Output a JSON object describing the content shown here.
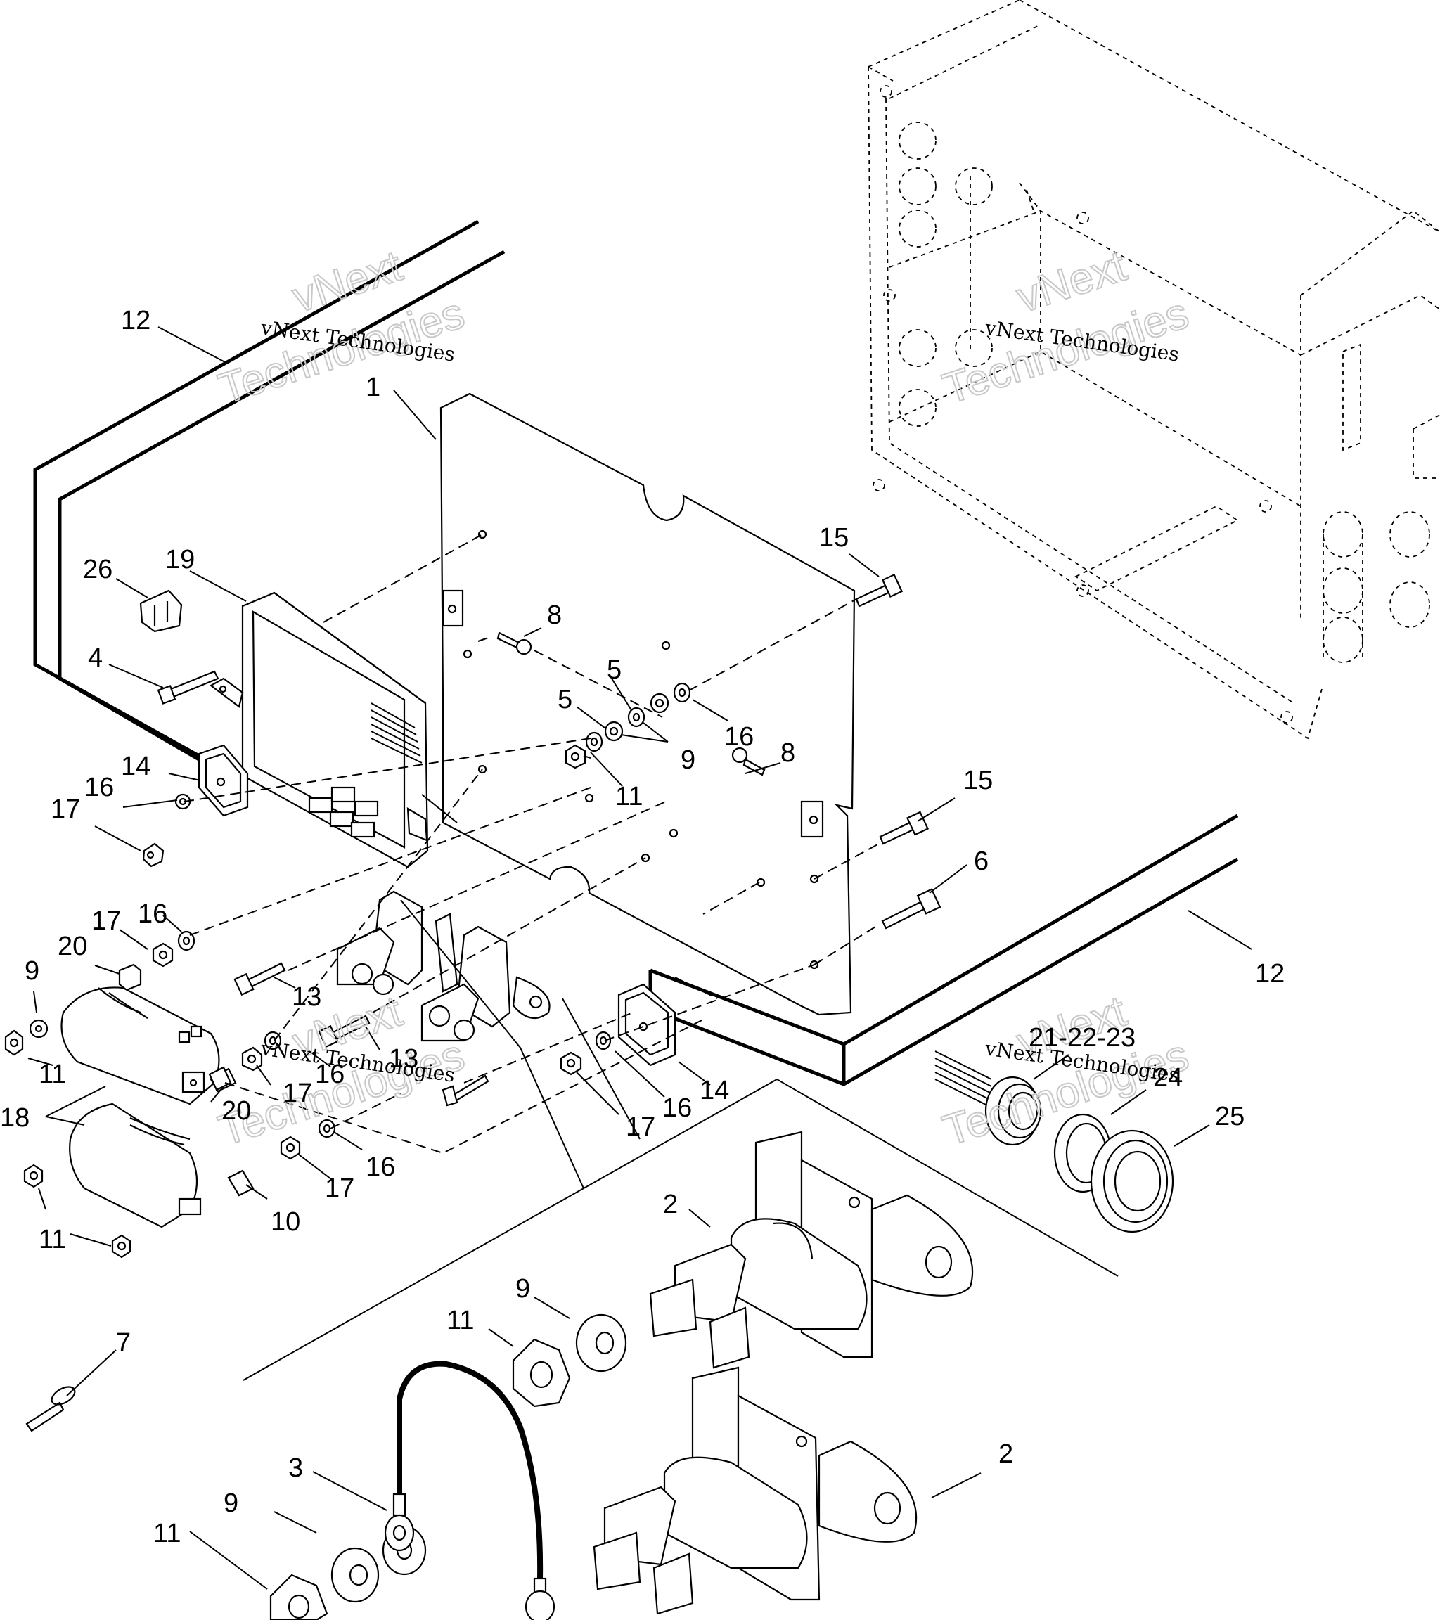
{
  "watermark": {
    "text": "vNext Technologies",
    "big_line1": "vNext",
    "big_line2": "Technologies"
  },
  "callouts": [
    {
      "id": "c12a",
      "text": "12"
    },
    {
      "id": "c1",
      "text": "1"
    },
    {
      "id": "c26",
      "text": "26"
    },
    {
      "id": "c19",
      "text": "19"
    },
    {
      "id": "c4",
      "text": "4"
    },
    {
      "id": "c14a",
      "text": "14"
    },
    {
      "id": "c16a",
      "text": "16"
    },
    {
      "id": "c17a",
      "text": "17"
    },
    {
      "id": "c15a",
      "text": "15"
    },
    {
      "id": "c8a",
      "text": "8"
    },
    {
      "id": "c5a",
      "text": "5"
    },
    {
      "id": "c5b",
      "text": "5"
    },
    {
      "id": "c16b",
      "text": "16"
    },
    {
      "id": "c9a",
      "text": "9"
    },
    {
      "id": "c8b",
      "text": "8"
    },
    {
      "id": "c11a",
      "text": "11"
    },
    {
      "id": "c15b",
      "text": "15"
    },
    {
      "id": "c6",
      "text": "6"
    },
    {
      "id": "c12b",
      "text": "12"
    },
    {
      "id": "c17b",
      "text": "17"
    },
    {
      "id": "c16c",
      "text": "16"
    },
    {
      "id": "c20a",
      "text": "20"
    },
    {
      "id": "c9b",
      "text": "9"
    },
    {
      "id": "c13a",
      "text": "13"
    },
    {
      "id": "c13b",
      "text": "13"
    },
    {
      "id": "c16d",
      "text": "16"
    },
    {
      "id": "c17c",
      "text": "17"
    },
    {
      "id": "c20b",
      "text": "20"
    },
    {
      "id": "c11b",
      "text": "11"
    },
    {
      "id": "c18",
      "text": "18"
    },
    {
      "id": "c14b",
      "text": "14"
    },
    {
      "id": "c16e",
      "text": "16"
    },
    {
      "id": "c17d",
      "text": "17"
    },
    {
      "id": "c212223",
      "text": "21-22-23"
    },
    {
      "id": "c24",
      "text": "24"
    },
    {
      "id": "c25",
      "text": "25"
    },
    {
      "id": "c16f",
      "text": "16"
    },
    {
      "id": "c17e",
      "text": "17"
    },
    {
      "id": "c10",
      "text": "10"
    },
    {
      "id": "c11c",
      "text": "11"
    },
    {
      "id": "c2a",
      "text": "2"
    },
    {
      "id": "c9c",
      "text": "9"
    },
    {
      "id": "c11d",
      "text": "11"
    },
    {
      "id": "c7",
      "text": "7"
    },
    {
      "id": "c3",
      "text": "3"
    },
    {
      "id": "c9d",
      "text": "9"
    },
    {
      "id": "c11e",
      "text": "11"
    },
    {
      "id": "c2b",
      "text": "2"
    }
  ]
}
